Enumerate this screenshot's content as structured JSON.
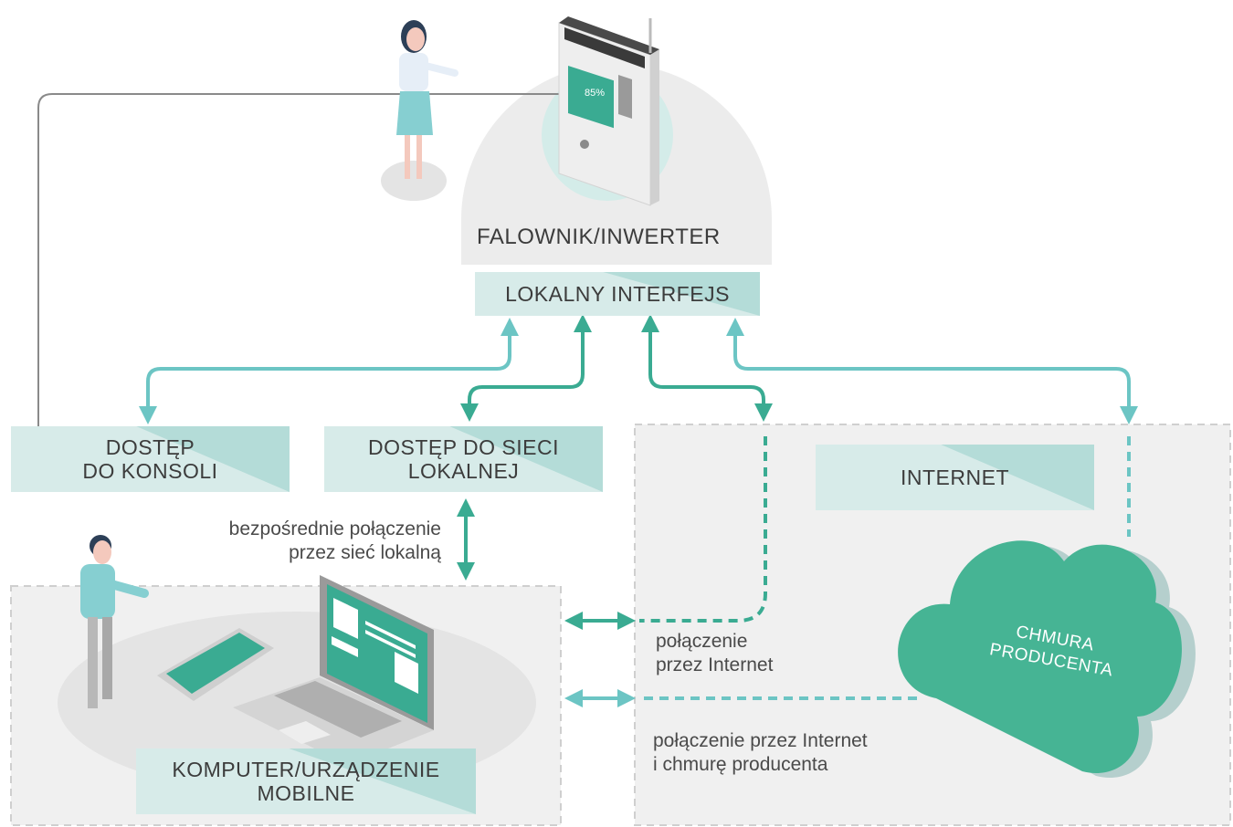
{
  "inverter": {
    "title": "FALOWNIK/INWERTER",
    "screen_percent": "85%"
  },
  "boxes": {
    "local_interface": "LOKALNY INTERFEJS",
    "console_access": "DOSTĘP\nDO KONSOLI",
    "lan_access": "DOSTĘP DO SIECI\nLOKALNEJ",
    "internet": "INTERNET",
    "computer": "KOMPUTER/URZĄDZENIE\nMOBILNE"
  },
  "cloud": {
    "label": "CHMURA\nPRODUCENTA"
  },
  "notes": {
    "direct_lan": "bezpośrednie połączenie\nprzez sieć lokalną",
    "internet_conn": "połączenie\nprzez Internet",
    "cloud_conn": "połączenie przez Internet\ni chmurę producenta"
  },
  "colors": {
    "teal_dark": "#3aab92",
    "teal_light": "#6cc5c4",
    "box_light": "#d7ebe9",
    "box_dark": "#b4dcd8",
    "panel_bg": "#f0f0f0",
    "line_gray": "#888888"
  }
}
